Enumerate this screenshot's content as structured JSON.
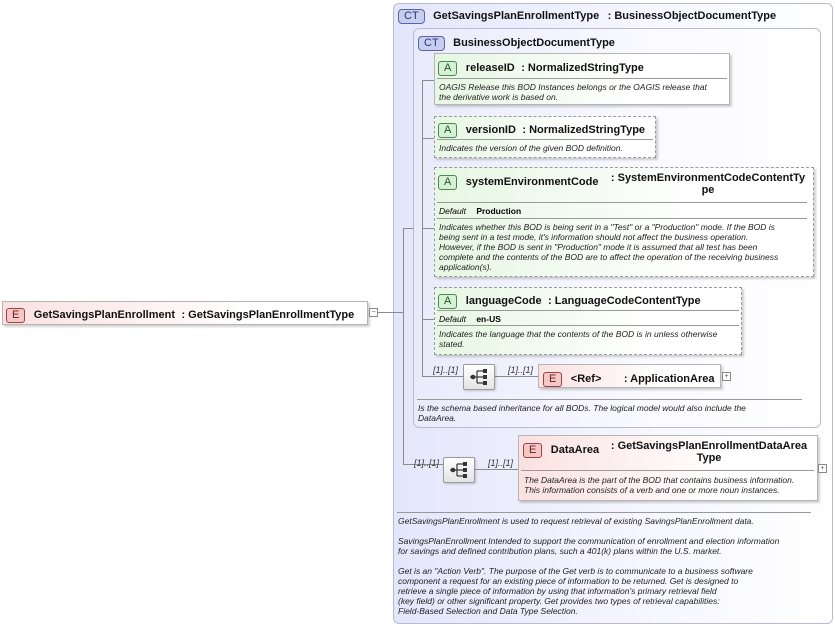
{
  "outer_type": {
    "badge": "CT",
    "name": "GetSavingsPlanEnrollmentType",
    "base": ": BusinessObjectDocumentType",
    "documentation": [
      "GetSavingsPlanEnrollment is used to request retrieval of existing SavingsPlanEnrollment data.",
      "SavingsPlanEnrollment  Intended to support the communication of enrollment and election information",
      "for savings and defined contribution plans, such a 401(k) plans within the U.S. market.",
      "Get is an \"Action Verb\". The purpose of the Get verb is to communicate to a business software",
      "component a request for an existing piece of information to be returned. Get is designed to",
      "retrieve a single piece of information by using that information's primary retrieval field",
      "(key field) or other significant property. Get provides two types of retrieval capabilities:",
      "Field-Based Selection and Data Type Selection."
    ]
  },
  "inner_type": {
    "badge": "CT",
    "name": "BusinessObjectDocumentType",
    "documentation": [
      "Is the schema based inheritance for all BODs. The logical model would also include the",
      "DataArea."
    ]
  },
  "root_element": {
    "badge": "E",
    "name": "GetSavingsPlanEnrollment",
    "type": ": GetSavingsPlanEnrollmentType"
  },
  "attributes": [
    {
      "badge": "A",
      "name": "releaseID",
      "type": ": NormalizedStringType",
      "documentation": [
        "OAGIS Release this BOD Instances belongs or the OAGIS release that",
        "the derivative work is based on."
      ]
    },
    {
      "badge": "A",
      "name": "versionID",
      "type": ": NormalizedStringType",
      "documentation": [
        "Indicates the version of the given BOD definition."
      ]
    },
    {
      "badge": "A",
      "name": "systemEnvironmentCode",
      "type_line1": ": SystemEnvironmentCodeContentTy",
      "type_line2": "pe",
      "default_label": "Default",
      "default_value": "Production",
      "documentation": [
        "Indicates whether this BOD is being sent in a \"Test\" or a \"Production\" mode. If the BOD is",
        "being sent in a test mode, it's information should not affect the business operation.",
        "However, if the BOD is sent in \"Production\" mode it is assumed that all test has been",
        "complete and the contents of the BOD are to affect the operation of the receiving business",
        "application(s)."
      ]
    },
    {
      "badge": "A",
      "name": "languageCode",
      "type": ": LanguageCodeContentType",
      "default_label": "Default",
      "default_value": "en-US",
      "documentation": [
        "Indicates the language that the contents of the BOD is in unless otherwise",
        "stated."
      ]
    }
  ],
  "application_area": {
    "badge": "E",
    "ref": "<Ref>",
    "type": ": ApplicationArea",
    "occ_left": "[1]..[1]",
    "occ_right": "[1]..[1]"
  },
  "data_area": {
    "badge": "E",
    "name": "DataArea",
    "type_line1": ": GetSavingsPlanEnrollmentDataArea",
    "type_line2": "Type",
    "occ_left": "[1]..[1]",
    "occ_right": "[1]..[1]",
    "documentation": [
      "The DataArea is the part of the BOD that contains business information.",
      "This information consists of a verb and one or more noun instances."
    ]
  },
  "symbols": {
    "collapse": "−",
    "expand": "+"
  }
}
